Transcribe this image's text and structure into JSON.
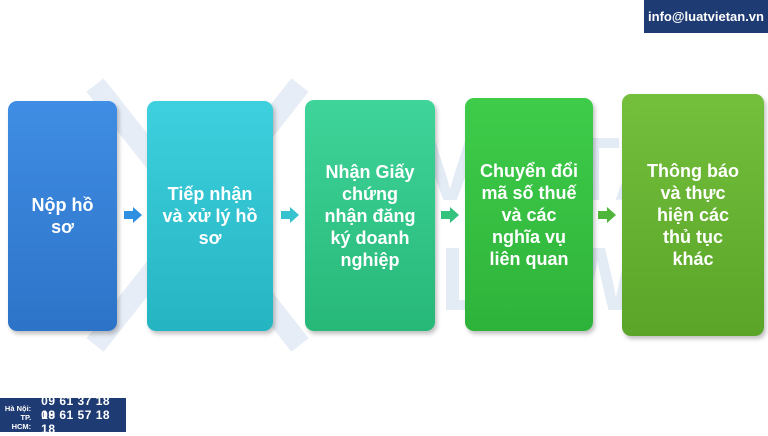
{
  "header": {
    "email": "info@luatvietan.vn"
  },
  "watermark": {
    "text": "VIETAN LAW"
  },
  "steps": [
    {
      "label": "Nộp hồ sơ"
    },
    {
      "label": "Tiếp nhận và xử lý hồ sơ"
    },
    {
      "label": "Nhận Giấy chứng nhận đăng ký doanh nghiệp"
    },
    {
      "label": "Chuyển đổi mã số thuế và các nghĩa vụ liên quan"
    },
    {
      "label": "Thông báo và thực hiện các thủ tục khác"
    }
  ],
  "contacts": [
    {
      "city": "Hà Nội:",
      "phone": "09 61 37 18 18"
    },
    {
      "city": "TP. HCM:",
      "phone": "09 61 57 18 18"
    }
  ],
  "colors": {
    "step1": "#3483d8",
    "step2": "#2fc3d0",
    "step3": "#2ec686",
    "step4": "#36bf41",
    "step5": "#66b232",
    "arrow": "#2f8fe0",
    "badge": "#1f3b73"
  }
}
